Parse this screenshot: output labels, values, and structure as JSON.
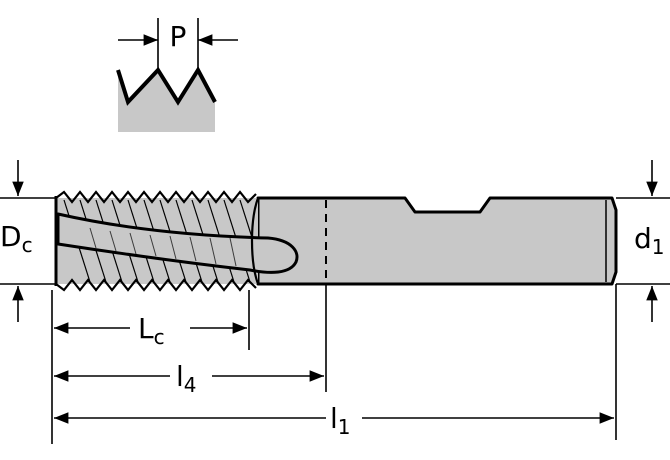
{
  "labels": {
    "pitch": "P",
    "cutter_diameter": {
      "main": "D",
      "sub": "c"
    },
    "shank_diameter": {
      "main": "d",
      "sub": "1"
    },
    "cutting_length": {
      "main": "L",
      "sub": "c"
    },
    "usable_length": {
      "main": "l",
      "sub": "4"
    },
    "overall_length": {
      "main": "l",
      "sub": "1"
    }
  },
  "colors": {
    "body_fill": "#c8c8c8",
    "line": "#000000",
    "background": "#ffffff"
  }
}
